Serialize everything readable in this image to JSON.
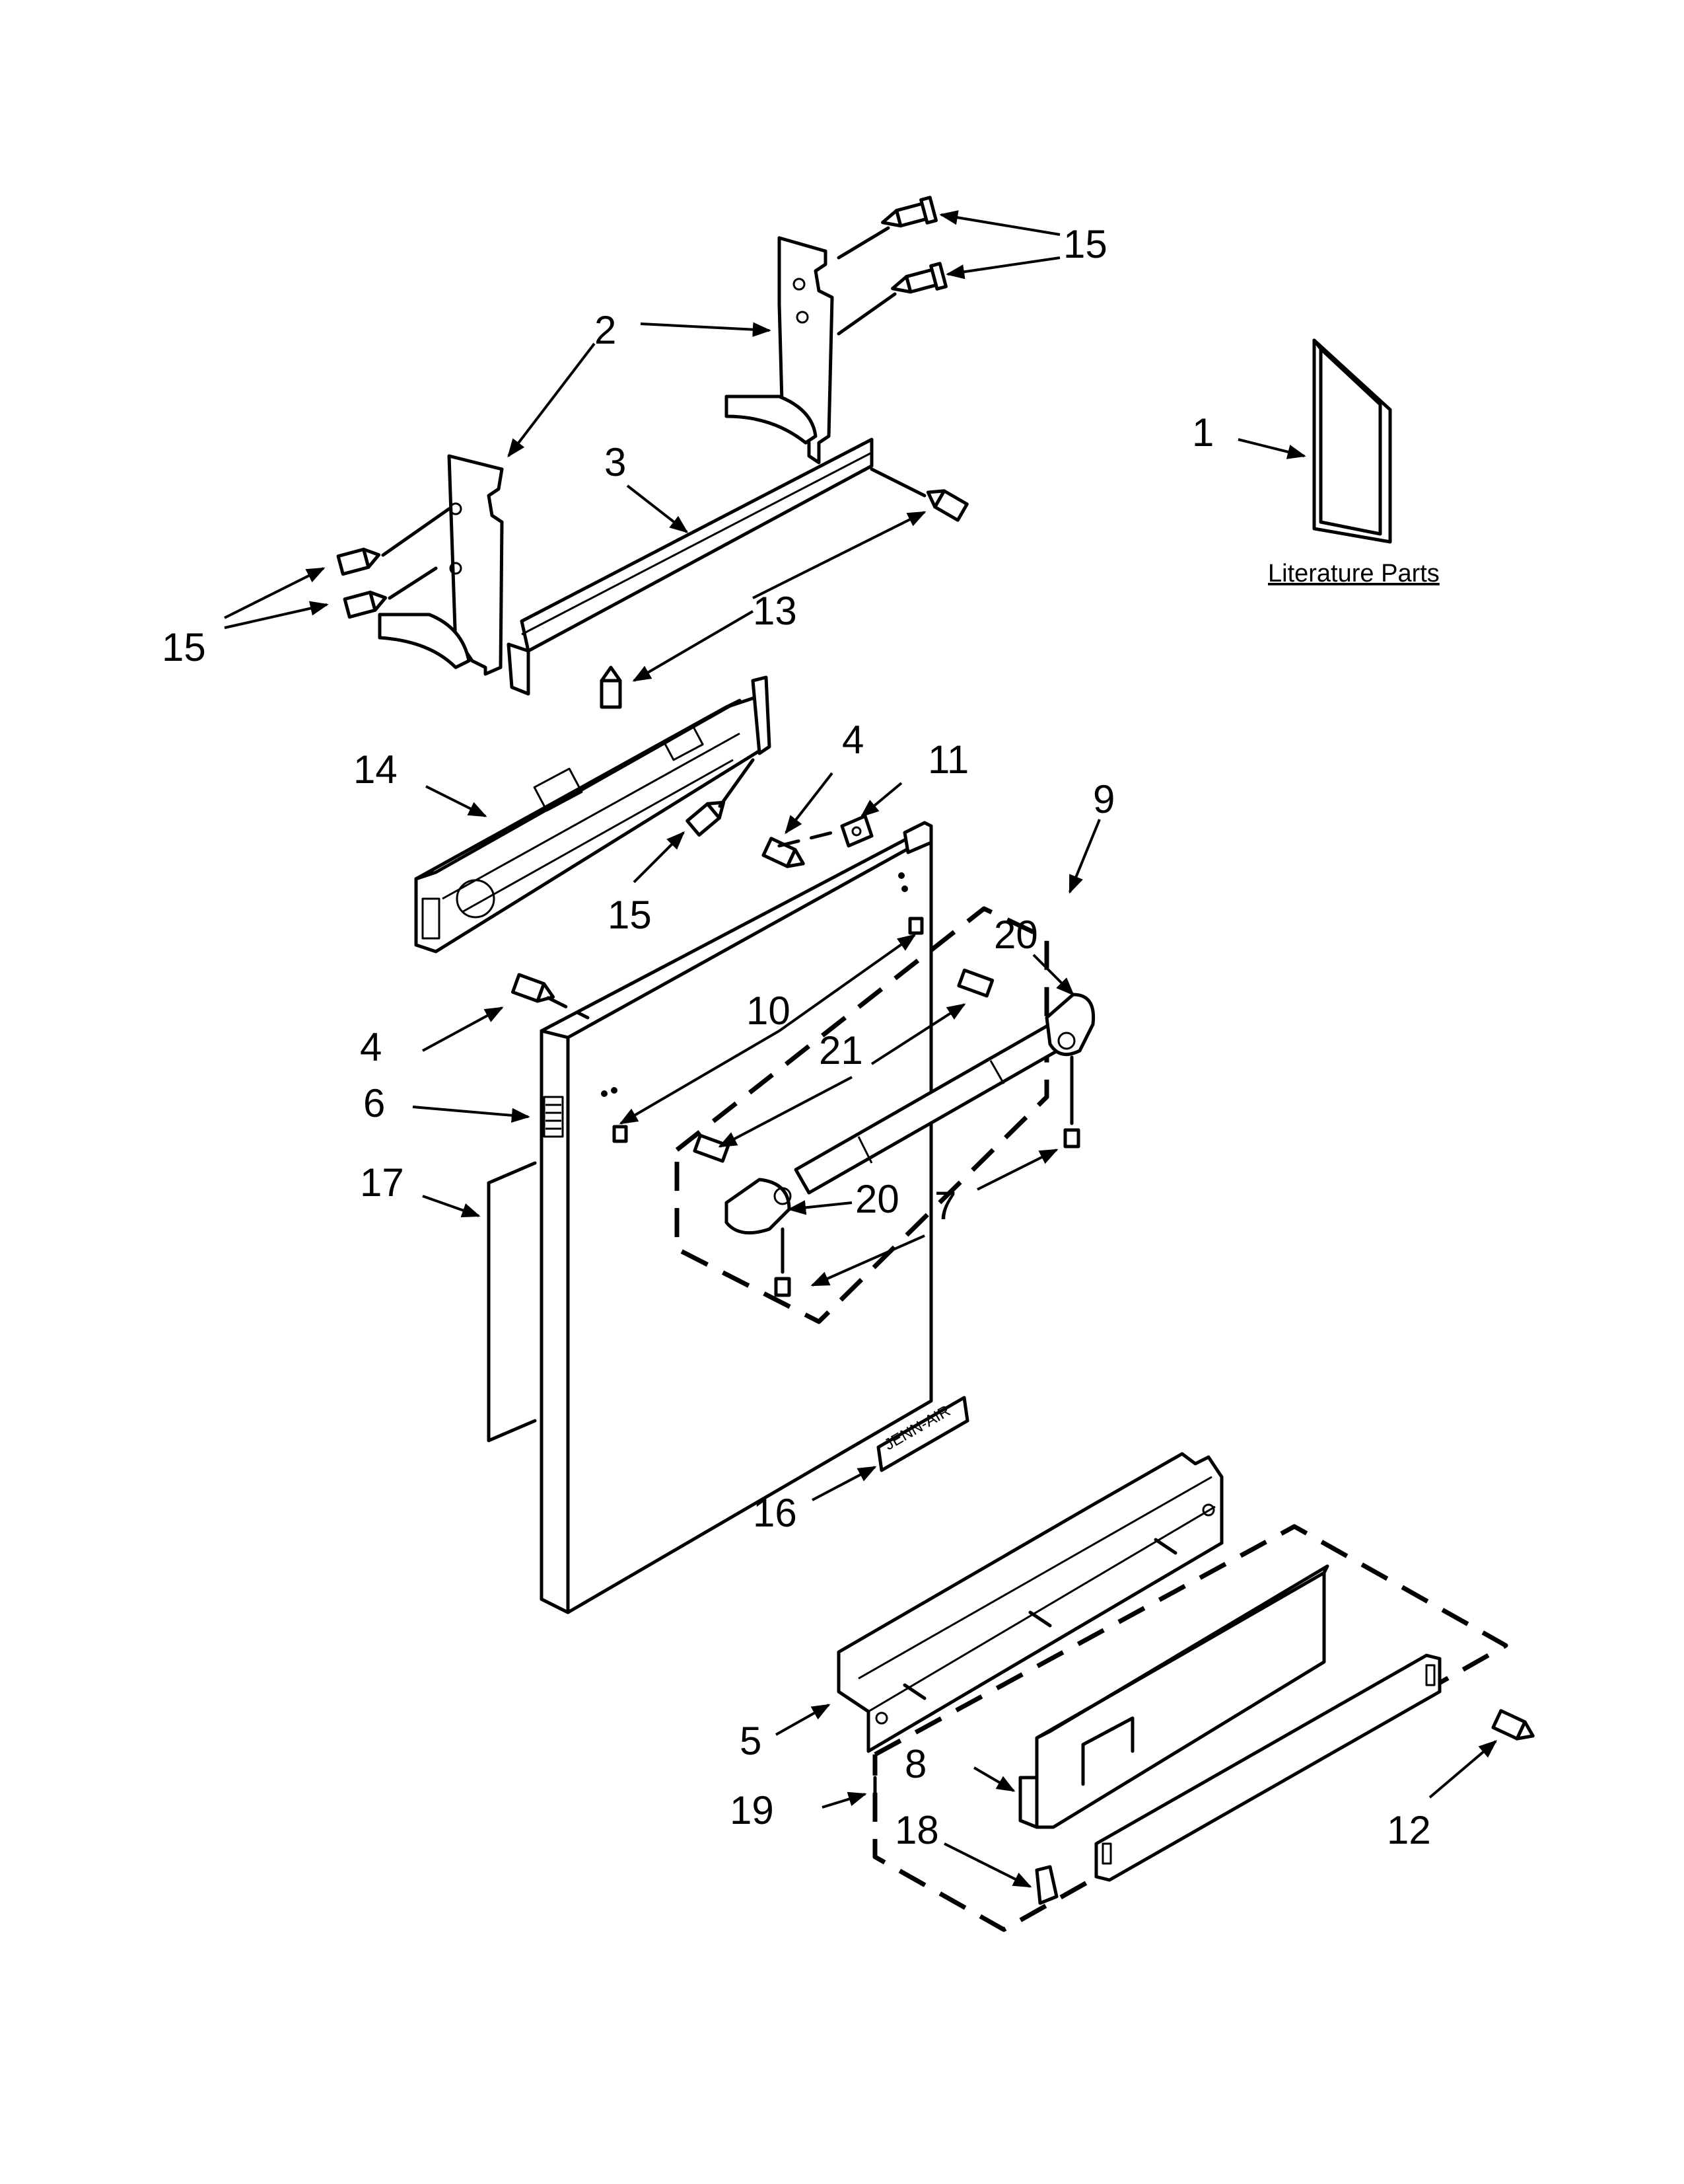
{
  "diagram": {
    "caption": "Literature Parts",
    "callouts": {
      "c1": "1",
      "c2": "2",
      "c3": "3",
      "c4a": "4",
      "c4b": "4",
      "c5": "5",
      "c6": "6",
      "c7": "7",
      "c8": "8",
      "c9": "9",
      "c10": "10",
      "c11": "11",
      "c12": "12",
      "c13": "13",
      "c14": "14",
      "c15a": "15",
      "c15b": "15",
      "c15c": "15",
      "c16": "16",
      "c17": "17",
      "c18": "18",
      "c19": "19",
      "c20a": "20",
      "c20b": "20",
      "c21": "21"
    },
    "badge_text": "JENN-AIR"
  }
}
